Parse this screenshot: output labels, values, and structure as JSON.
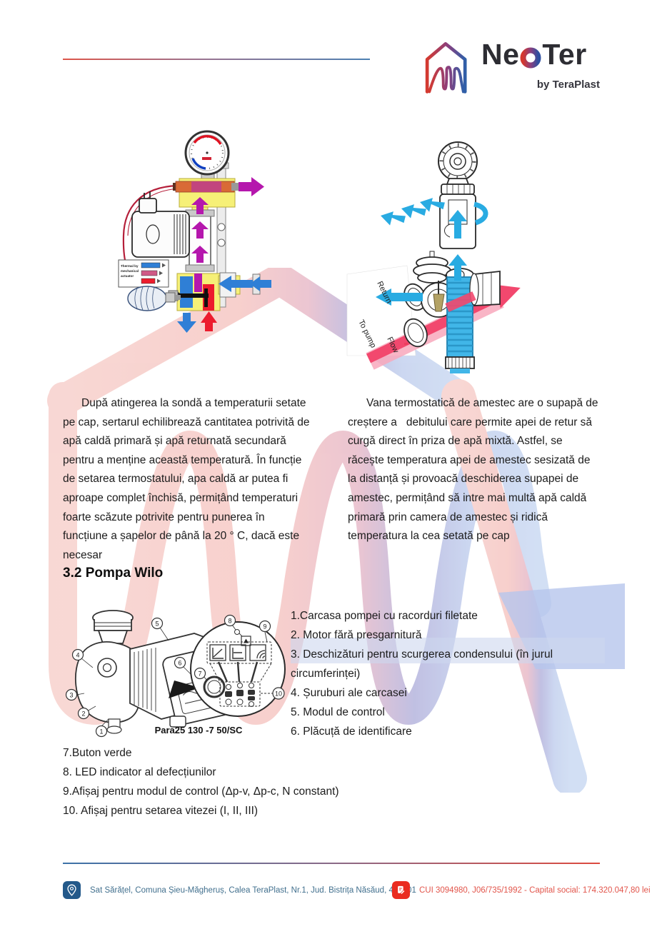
{
  "header": {
    "brand": "NeoTer",
    "brand_prefix": "Ne",
    "brand_suffix": "Ter",
    "brand_sub": "by TeraPlast"
  },
  "diagrams": {
    "left": {
      "legend_lines": [
        "Thermal by",
        "mechanical",
        "actuator"
      ]
    },
    "right": {
      "label_return": "Return",
      "label_to_pump": "To pump",
      "label_flow": "Flow"
    }
  },
  "paragraphs": {
    "left": {
      "lines": [
        "După atingerea la sondă a temperaturii setate",
        "pe cap, sertarul echilibrează cantitatea potrivită de",
        "apă caldă primară și apă returnată secundară",
        "pentru a menține această temperatură. În funcție",
        "de setarea termostatului, apa caldă ar putea fi",
        "aproape complet închisă, permițând temperaturi",
        "foarte scăzute potrivite pentru punerea în",
        "funcțiune a șapelor de până la 20 ° C, dacă este",
        "necesar"
      ]
    },
    "right": {
      "lines": [
        "Vana termostatică de amestec are o supapă de",
        "creștere a   debitului care permite apei de retur să",
        "curgă direct în priza de apă mixtă. Astfel, se",
        "răcește temperatura apei de amestec sesizată de",
        "la distanță și provoacă deschiderea supapei de",
        "amestec, permițând să intre mai multă apă caldă",
        "primară prin camera de amestec și ridică",
        "temperatura la cea setată pe cap"
      ]
    }
  },
  "section": {
    "heading": "3.2 Pompa Wilo"
  },
  "pump_figure": {
    "caption": "Para25 130 -7 50/SC",
    "callouts": [
      "1",
      "2",
      "3",
      "4",
      "5",
      "6",
      "7",
      "8",
      "9",
      "10"
    ]
  },
  "pump_list_right": {
    "items": [
      "1.Carcasa pompei cu racorduri filetate",
      "2. Motor fără presgarnitură",
      "3. Deschizături pentru scurgerea condensului (în jurul",
      "circumferinței)",
      "4. Șuruburi ale carcasei",
      "5. Modul de control",
      "6. Plăcuță de identificare"
    ]
  },
  "pump_list_bottom": {
    "items": [
      "7.Buton verde",
      "8. LED indicator al defecțiunilor",
      "9.Afișaj pentru modul de control (Δp-v, Δp-c, N constant)",
      "10. Afișaj pentru setarea vitezei (I, II, III)"
    ]
  },
  "footer": {
    "address": "Sat Sărățel, Comuna Șieu-Măgheruș, Calea TeraPlast, Nr.1, Jud. Bistrița Năsăud, 427301",
    "registration": "CUI 3094980, J06/735/1992 - Capital social: 174.320.047,80 lei"
  },
  "colors": {
    "brand_red": "#d43a30",
    "brand_blue": "#2f5fa8",
    "rule_top_left": "#dd5549",
    "rule_top_right": "#4c80b2",
    "rule_bottom_left": "#3c72a8",
    "rule_bottom_right": "#dd4a3e",
    "footer_blue_badge": "#23598a",
    "footer_red_badge": "#ea2c20",
    "watermark_red": "#f5c4c0",
    "watermark_blue": "#b9c8ea",
    "diagram_magenta": "#b517ad",
    "diagram_cyan": "#29abe2",
    "diagram_red": "#ec1c2d",
    "diagram_blue": "#2f7fd6",
    "diagram_yellow": "#f6f077",
    "diagram_pink": "#f2486e"
  }
}
